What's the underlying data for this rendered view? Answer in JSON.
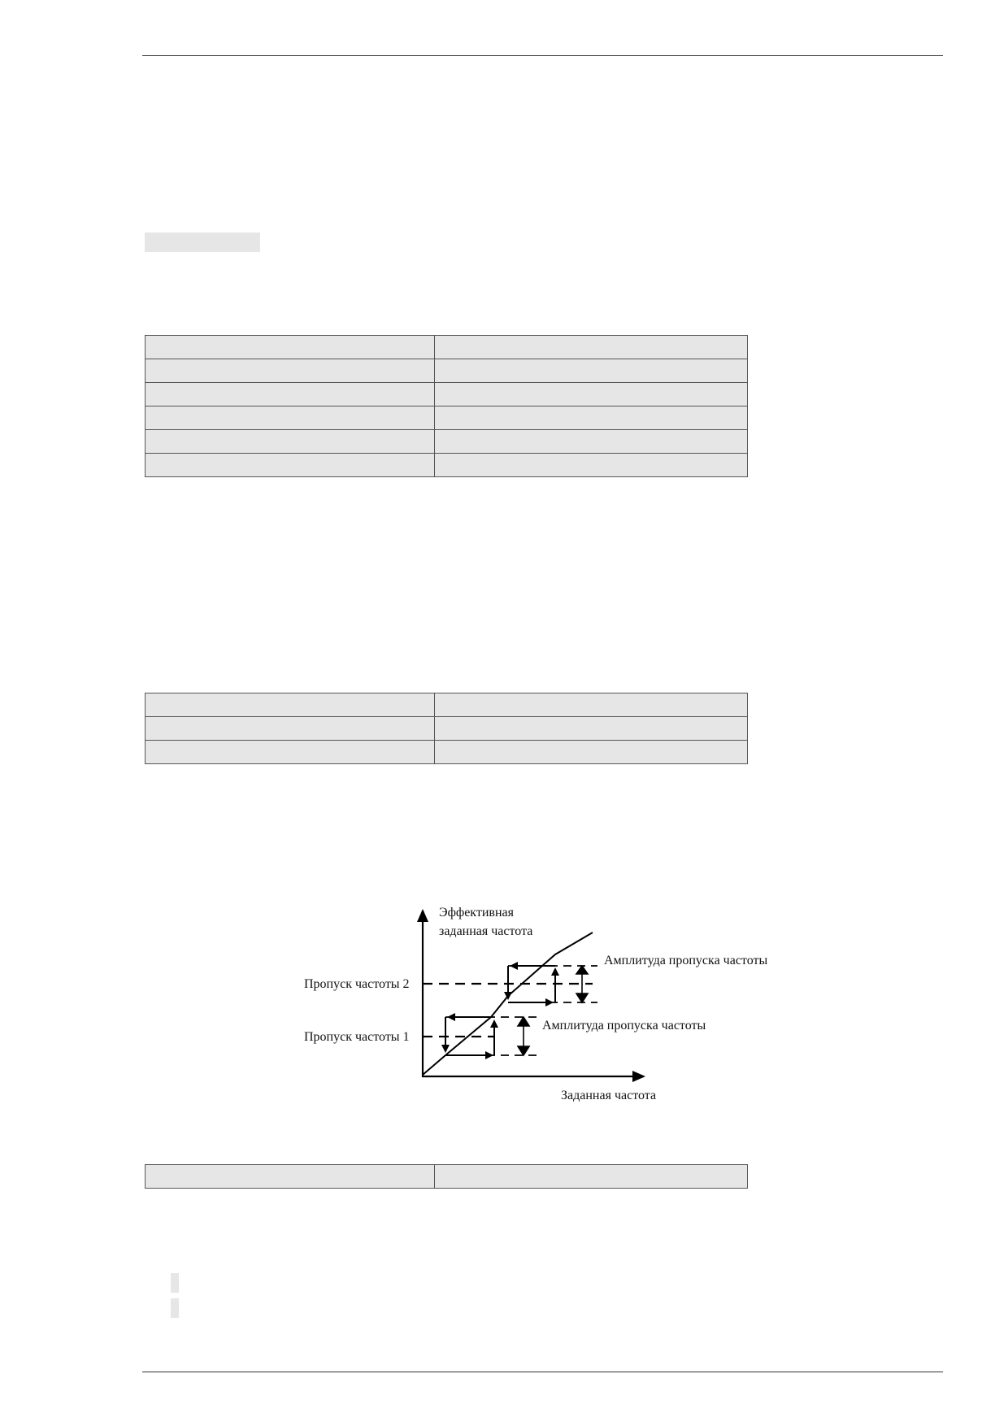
{
  "diagram": {
    "y_axis_label_line1": "Эффективная",
    "y_axis_label_line2": "заданная частота",
    "x_axis_label": "Заданная частота",
    "skip_freq_2_label": "Пропуск частоты 2",
    "skip_freq_1_label": "Пропуск частоты 1",
    "amplitude_label_upper": "Амплитуда пропуска частоты",
    "amplitude_label_lower": "Амплитуда пропуска частоты"
  },
  "tables": {
    "table_1": {
      "rows": 6,
      "columns": 2
    },
    "table_2": {
      "rows": 3,
      "columns": 2
    },
    "table_3": {
      "rows": 1,
      "columns": 2
    }
  }
}
